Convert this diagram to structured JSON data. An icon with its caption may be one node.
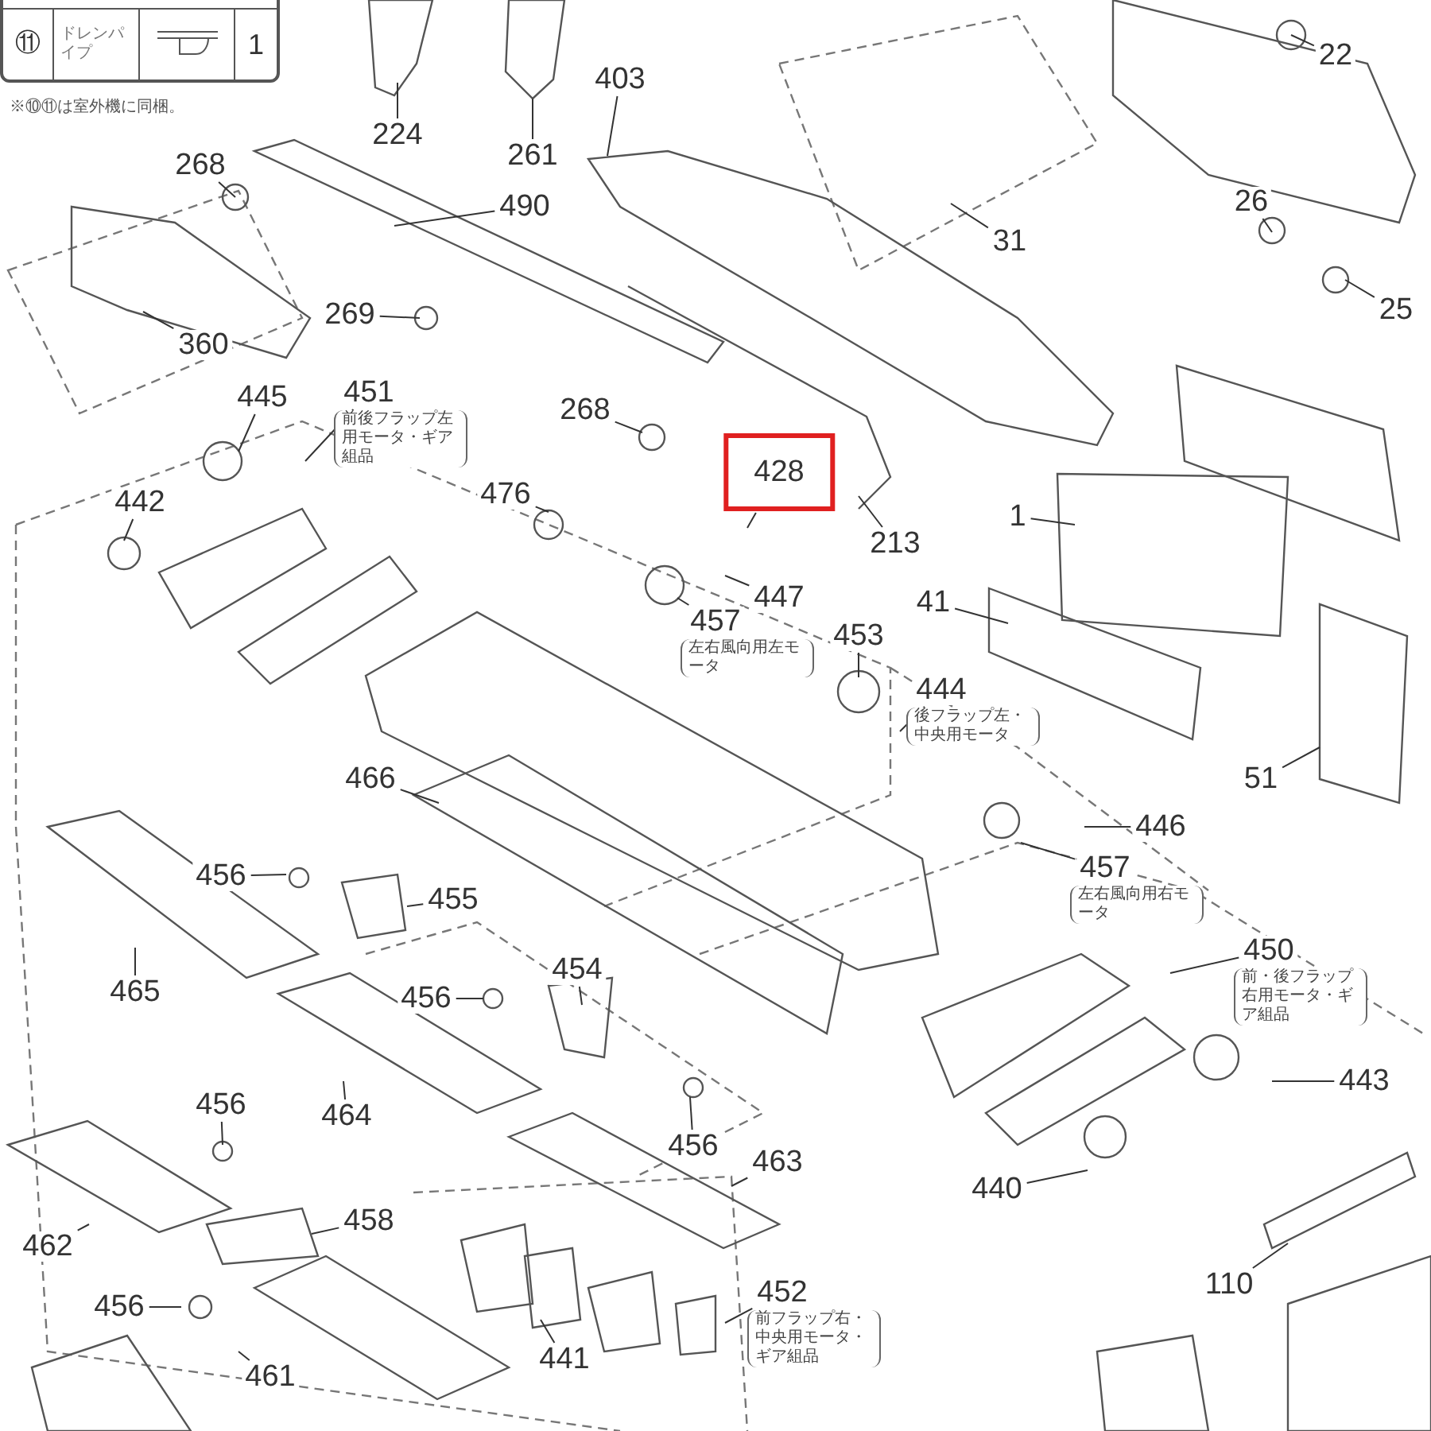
{
  "diagram": {
    "nodes": [
      {
        "text": [
          "224"
        ]
      },
      {
        "text": [
          "261"
        ]
      },
      {
        "text": [
          "403"
        ]
      },
      {
        "text": [
          "22"
        ]
      },
      {
        "text": [
          "268"
        ]
      },
      {
        "text": [
          "490"
        ]
      },
      {
        "text": [
          "31"
        ]
      },
      {
        "text": [
          "26"
        ]
      },
      {
        "text": [
          "25"
        ]
      },
      {
        "text": [
          "360"
        ]
      },
      {
        "text": [
          "269"
        ]
      },
      {
        "text": [
          "451"
        ],
        "beside": [
          "前後フラップ左用モータ・ギア組品"
        ]
      },
      {
        "text": [
          "445"
        ]
      },
      {
        "text": [
          "268"
        ]
      },
      {
        "text": [
          "476"
        ]
      },
      {
        "text": [
          "428"
        ]
      },
      {
        "text": [
          "213"
        ]
      },
      {
        "text": [
          "1"
        ]
      },
      {
        "text": [
          "442"
        ]
      },
      {
        "text": [
          "447"
        ]
      },
      {
        "text": [
          "457"
        ],
        "beside": [
          "左右風向用左モータ"
        ]
      },
      {
        "text": [
          "453"
        ]
      },
      {
        "text": [
          "41"
        ]
      },
      {
        "text": [
          "444"
        ],
        "beside": [
          "後フラップ左・中央用モータ"
        ]
      },
      {
        "text": [
          "51"
        ]
      },
      {
        "text": [
          "466"
        ]
      },
      {
        "text": [
          "446"
        ]
      },
      {
        "text": [
          "457"
        ],
        "beside": [
          "左右風向用右モータ"
        ]
      },
      {
        "text": [
          "456"
        ]
      },
      {
        "text": [
          "455"
        ]
      },
      {
        "text": [
          "465"
        ]
      },
      {
        "text": [
          "450"
        ],
        "beside": [
          "前・後フラップ右用モータ・ギア組品"
        ]
      },
      {
        "text": [
          "454"
        ]
      },
      {
        "text": [
          "456"
        ]
      },
      {
        "text": [
          "443"
        ]
      },
      {
        "text": [
          "464"
        ]
      },
      {
        "text": [
          "456"
        ]
      },
      {
        "text": [
          "456"
        ]
      },
      {
        "text": [
          "463"
        ]
      },
      {
        "text": [
          "462"
        ]
      },
      {
        "text": [
          "440"
        ]
      },
      {
        "text": [
          "458"
        ]
      },
      {
        "text": [
          "110"
        ]
      },
      {
        "text": [
          "456"
        ]
      },
      {
        "text": [
          "452"
        ],
        "beside": [
          "前フラップ右・中央用モータ・ギア組品"
        ]
      },
      {
        "text": [
          "441"
        ]
      },
      {
        "text": [
          "461"
        ]
      }
    ],
    "edges": [
      {
        "from": 0,
        "to": null,
        "arrow": "none"
      },
      {
        "from": 1,
        "to": null,
        "arrow": "none"
      },
      {
        "from": 2,
        "to": null,
        "arrow": "none"
      },
      {
        "from": 3,
        "to": null,
        "arrow": "none"
      },
      {
        "from": 4,
        "to": null,
        "arrow": "none"
      },
      {
        "from": 5,
        "to": null,
        "arrow": "none"
      },
      {
        "from": 6,
        "to": null,
        "arrow": "none"
      },
      {
        "from": 7,
        "to": null,
        "arrow": "none"
      },
      {
        "from": 8,
        "to": null,
        "arrow": "none"
      },
      {
        "from": 9,
        "to": null,
        "arrow": "none"
      },
      {
        "from": 10,
        "to": null,
        "arrow": "none"
      },
      {
        "from": 11,
        "to": null,
        "arrow": "none"
      },
      {
        "from": 12,
        "to": null,
        "arrow": "none"
      },
      {
        "from": 13,
        "to": null,
        "arrow": "none"
      },
      {
        "from": 14,
        "to": null,
        "arrow": "none"
      },
      {
        "from": 15,
        "to": null,
        "arrow": "none"
      },
      {
        "from": 16,
        "to": null,
        "arrow": "none"
      },
      {
        "from": 17,
        "to": null,
        "arrow": "none"
      },
      {
        "from": 18,
        "to": null,
        "arrow": "none"
      },
      {
        "from": 19,
        "to": null,
        "arrow": "none"
      },
      {
        "from": 20,
        "to": null,
        "arrow": "none"
      },
      {
        "from": 21,
        "to": null,
        "arrow": "none"
      },
      {
        "from": 22,
        "to": null,
        "arrow": "none"
      },
      {
        "from": 23,
        "to": null,
        "arrow": "none"
      },
      {
        "from": 24,
        "to": null,
        "arrow": "none"
      },
      {
        "from": 25,
        "to": null,
        "arrow": "none"
      },
      {
        "from": 26,
        "to": null,
        "arrow": "none"
      },
      {
        "from": 27,
        "to": null,
        "arrow": "none"
      },
      {
        "from": 28,
        "to": null,
        "arrow": "none"
      },
      {
        "from": 29,
        "to": null,
        "arrow": "none"
      },
      {
        "from": 30,
        "to": null,
        "arrow": "none"
      },
      {
        "from": 31,
        "to": null,
        "arrow": "none"
      },
      {
        "from": 32,
        "to": null,
        "arrow": "none"
      },
      {
        "from": 33,
        "to": null,
        "arrow": "none"
      },
      {
        "from": 34,
        "to": null,
        "arrow": "none"
      },
      {
        "from": 35,
        "to": null,
        "arrow": "none"
      },
      {
        "from": 36,
        "to": null,
        "arrow": "none"
      },
      {
        "from": 37,
        "to": null,
        "arrow": "none"
      },
      {
        "from": 38,
        "to": null,
        "arrow": "none"
      },
      {
        "from": 39,
        "to": null,
        "arrow": "none"
      },
      {
        "from": 40,
        "to": null,
        "arrow": "none"
      },
      {
        "from": 41,
        "to": null,
        "arrow": "none"
      },
      {
        "from": 42,
        "to": null,
        "arrow": "none"
      },
      {
        "from": 43,
        "to": null,
        "arrow": "none"
      },
      {
        "from": 44,
        "to": null,
        "arrow": "none"
      },
      {
        "from": 45,
        "to": null,
        "arrow": "none"
      },
      {
        "from": 46,
        "to": null,
        "arrow": "none"
      }
    ],
    "labels": [
      "⑪",
      "ドレンパイプ",
      "1",
      "※⑩⑪は室外機に同梱。"
    ]
  }
}
